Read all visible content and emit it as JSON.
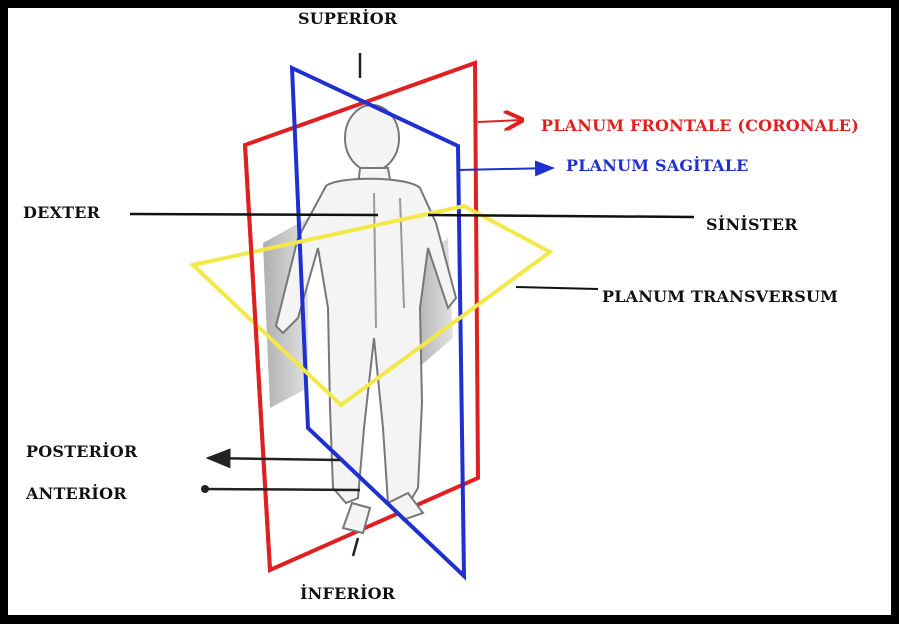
{
  "labels": {
    "superior": "SUPERİOR",
    "inferior": "İNFERİOR",
    "dexter": "DEXTER",
    "sinister": "SİNİSTER",
    "planum_frontale": "PLANUM FRONTALE (CORONALE)",
    "planum_sagitale": "PLANUM SAGİTALE",
    "planum_transversum": "PLANUM TRANSVERSUM",
    "posterior": "POSTERİOR",
    "anterior": "ANTERİOR"
  },
  "colors": {
    "frontal": "#e02020",
    "sagittal": "#1f2fd0",
    "transverse": "#f2e84a",
    "text_dark": "#111111",
    "frame": "#000000"
  }
}
